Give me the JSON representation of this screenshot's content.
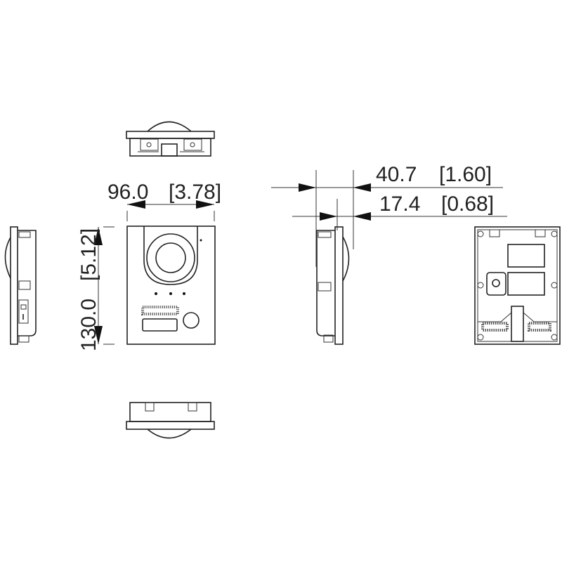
{
  "dimensions": {
    "width": {
      "mm": "96.0",
      "inch": "[3.78]"
    },
    "height": {
      "mm": "130.0",
      "inch": "[5.12]"
    },
    "depth_total": {
      "mm": "40.7",
      "inch": "[1.60]"
    },
    "depth_dome": {
      "mm": "17.4",
      "inch": "[0.68]"
    }
  },
  "colors": {
    "line": "#222222",
    "background": "#ffffff"
  }
}
